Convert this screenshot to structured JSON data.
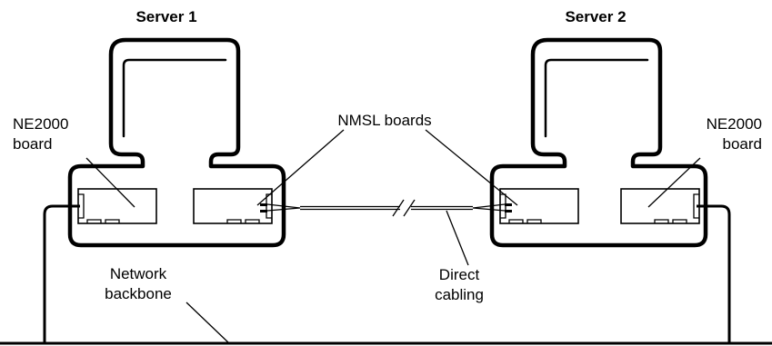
{
  "diagram": {
    "servers": [
      {
        "id": "server1",
        "title": "Server 1"
      },
      {
        "id": "server2",
        "title": "Server 2"
      }
    ],
    "labels": {
      "ne2000_left": [
        "NE2000",
        "board"
      ],
      "ne2000_right": [
        "NE2000",
        "board"
      ],
      "nmsl": "NMSL boards",
      "direct_cabling": [
        "Direct",
        "cabling"
      ],
      "network_backbone": [
        "Network",
        "backbone"
      ]
    }
  }
}
